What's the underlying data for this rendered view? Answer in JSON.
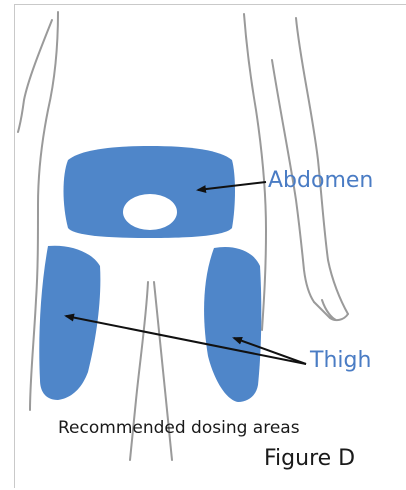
{
  "labels": {
    "abdomen": "Abdomen",
    "thigh": "Thigh",
    "caption": "Recommended dosing areas",
    "figure": "Figure D"
  },
  "colors": {
    "region_fill": "#4f86c9",
    "label_text": "#4a7cc4",
    "outline": "#9a9a9a",
    "arrow": "#111111"
  }
}
